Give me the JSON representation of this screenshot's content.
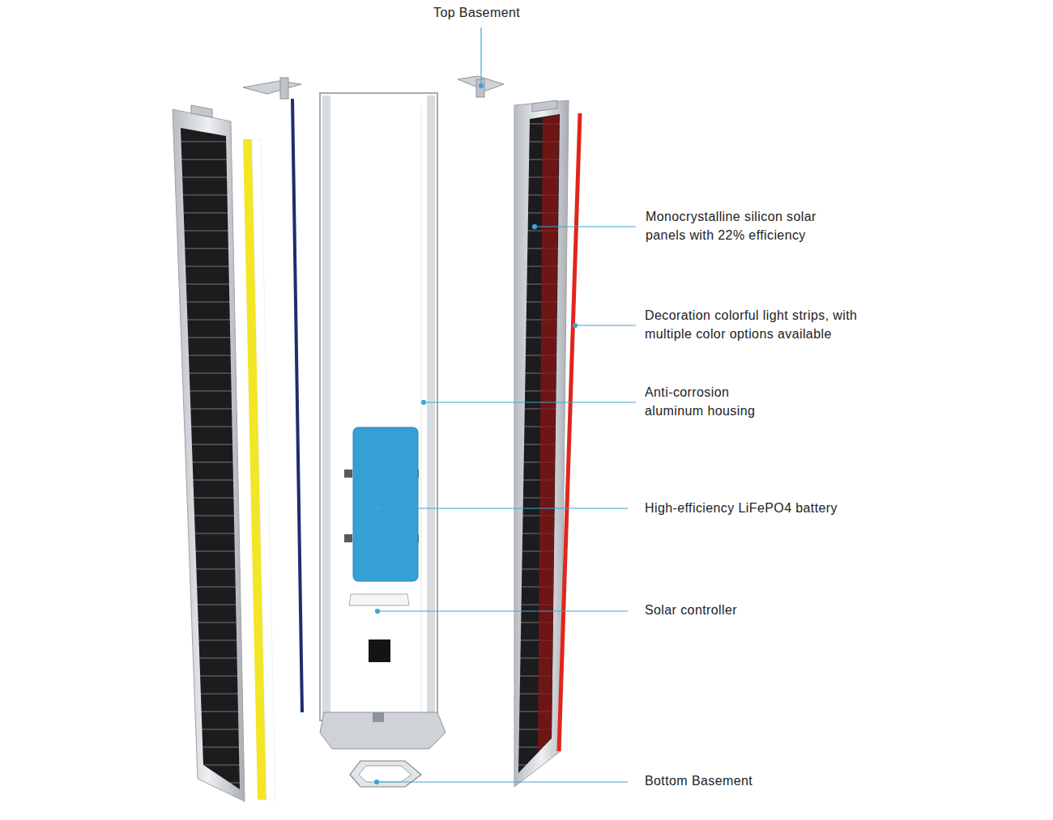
{
  "diagram": {
    "labels": [
      "Top Basement",
      "Monocrystalline silicon solar panels with 22% efficiency",
      "Decoration colorful light strips, with multiple color options available",
      "Anti-corrosion aluminum housing",
      "High-efficiency LiFePO4 battery",
      "Solar controller",
      "Bottom Basement"
    ]
  }
}
